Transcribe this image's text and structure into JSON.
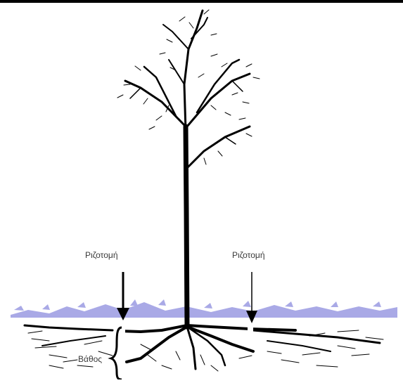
{
  "labels": {
    "root_cut_left": "Ριζοτομή",
    "root_cut_right": "Ριζοτομή",
    "depth": "Βάθος"
  },
  "colors": {
    "background": "#ffffff",
    "ink": "#000000",
    "grass": "#a9a9e6",
    "label_text": "#3a3a3a"
  },
  "icons": {
    "tree": "tree-illustration",
    "arrows": "down-arrow-icon",
    "brace": "curly-brace-icon"
  }
}
